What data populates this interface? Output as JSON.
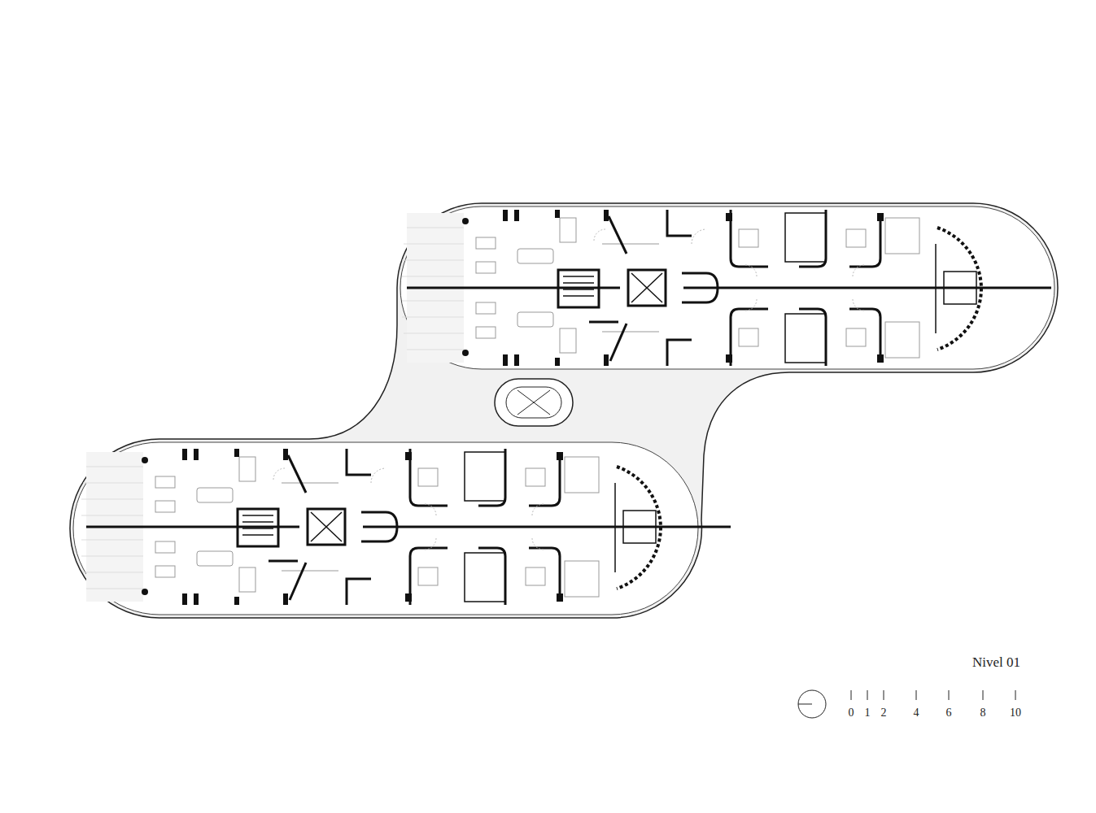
{
  "diagram": {
    "title": "Nivel 01",
    "labels": [
      "0",
      "1",
      "2",
      "4",
      "6",
      "8",
      "10"
    ]
  }
}
